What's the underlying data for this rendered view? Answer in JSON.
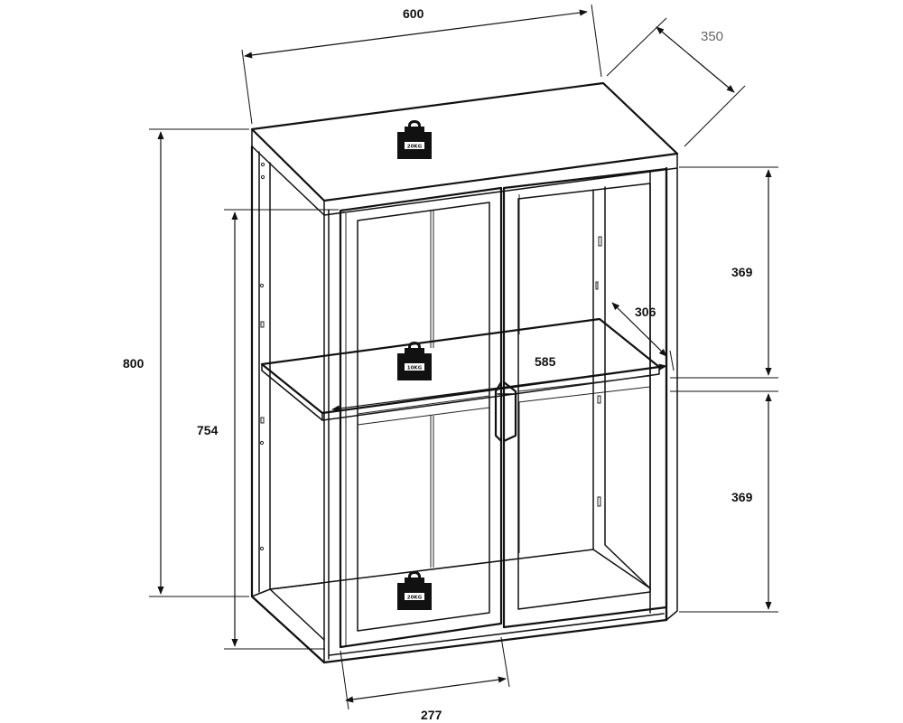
{
  "dimensions": {
    "width": "600",
    "depth": "350",
    "height": "800",
    "inner_height": "754",
    "upper_compartment": "369",
    "lower_compartment": "369",
    "shelf_depth": "306",
    "inner_width": "585",
    "door_width": "277"
  },
  "weights": {
    "top": "20KG",
    "shelf": "10KG",
    "bottom": "20KG"
  }
}
